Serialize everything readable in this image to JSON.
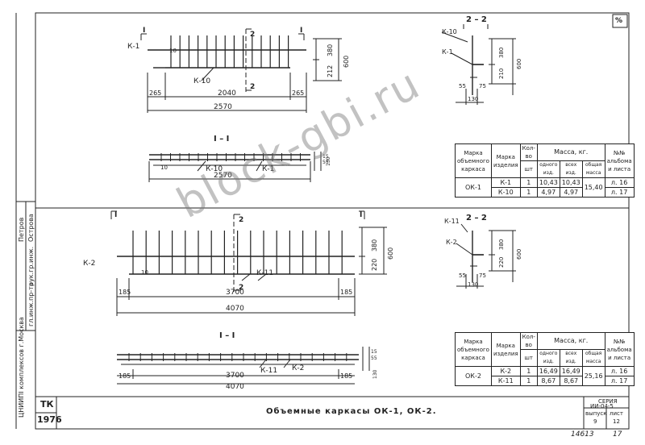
{
  "corner_mark": "%",
  "side_stamp": {
    "org": "ЦНИИПІ комплексов г.Москва",
    "rows": [
      "гл.инж.пр-та",
      "рук.гр.инж."
    ],
    "names": [
      "Петров",
      "Острова"
    ]
  },
  "title_block": {
    "tk": "ТК",
    "year": "1976",
    "title": "Объемные каркасы ОК-1, ОК-2.",
    "series_label": "СЕРИЯ",
    "series_value": "ИИ-04-5",
    "issue_label": "выпуск",
    "issue_value": "9",
    "sheet_label": "лист",
    "sheet_value": "12",
    "inv_number": "14613",
    "page": "17"
  },
  "top": {
    "marks": {
      "sec1": "I",
      "sec2": "2"
    },
    "labels": {
      "k1": "К-1",
      "k10": "К-10",
      "d10": "10"
    },
    "dims": {
      "h380": "380",
      "h212": "212",
      "h600": "600",
      "left": "265",
      "mid": "2040",
      "right": "265",
      "total": "2570"
    },
    "section_1_title": "I – I",
    "section_1": {
      "k10": "К-10",
      "k1": "К-1",
      "d10": "10",
      "total": "2570",
      "d15": "15",
      "d55": "55",
      "d130": "130"
    },
    "section_2_title": "2 – 2",
    "section_2": {
      "k10": "К-10",
      "k1": "К-1",
      "h380": "380",
      "h210": "210",
      "h600": "600",
      "w55": "55",
      "w75": "75",
      "w130": "130"
    }
  },
  "bottom": {
    "marks": {
      "sec1": "I",
      "sec2": "2"
    },
    "labels": {
      "k2": "К-2",
      "k11": "К-11",
      "d10": "10"
    },
    "dims": {
      "h380": "380",
      "h220": "220",
      "h600": "600",
      "left": "185",
      "mid": "3700",
      "right": "185",
      "total": "4070"
    },
    "section_1_title": "I – I",
    "section_1": {
      "k11": "К-11",
      "k2": "К-2",
      "left": "185",
      "mid": "3700",
      "right": "185",
      "total": "4070",
      "d15": "15",
      "d55": "55",
      "d130": "130"
    },
    "section_2_title": "2 – 2",
    "section_2": {
      "k11": "К-11",
      "k2": "К-2",
      "h380": "380",
      "h220": "220",
      "h600": "600",
      "w55": "55",
      "w75": "75",
      "w130": "130"
    }
  },
  "table_headers": {
    "mark_frame": "Марка объемного каркаса",
    "mark_item": "Марка изделия",
    "qty": "Кол-во",
    "qty_unit": "шт",
    "mass": "Масса, кг.",
    "one": "одного изд.",
    "all": "всех изд.",
    "total": "общая масса",
    "album": "№№ альбома и листа"
  },
  "table1": {
    "frame": "ОК-1",
    "total": "15,40",
    "rows": [
      {
        "item": "К-1",
        "qty": "1",
        "one": "10,43",
        "all": "10,43",
        "sheet": "л. 16"
      },
      {
        "item": "К-10",
        "qty": "1",
        "one": "4,97",
        "all": "4,97",
        "sheet": "л. 17"
      }
    ]
  },
  "table2": {
    "frame": "ОК-2",
    "total": "25,16",
    "rows": [
      {
        "item": "К-2",
        "qty": "1",
        "one": "16,49",
        "all": "16,49",
        "sheet": "л. 16"
      },
      {
        "item": "К-11",
        "qty": "1",
        "one": "8,67",
        "all": "8,67",
        "sheet": "л. 17"
      }
    ]
  },
  "watermark": "block-gbi.ru"
}
